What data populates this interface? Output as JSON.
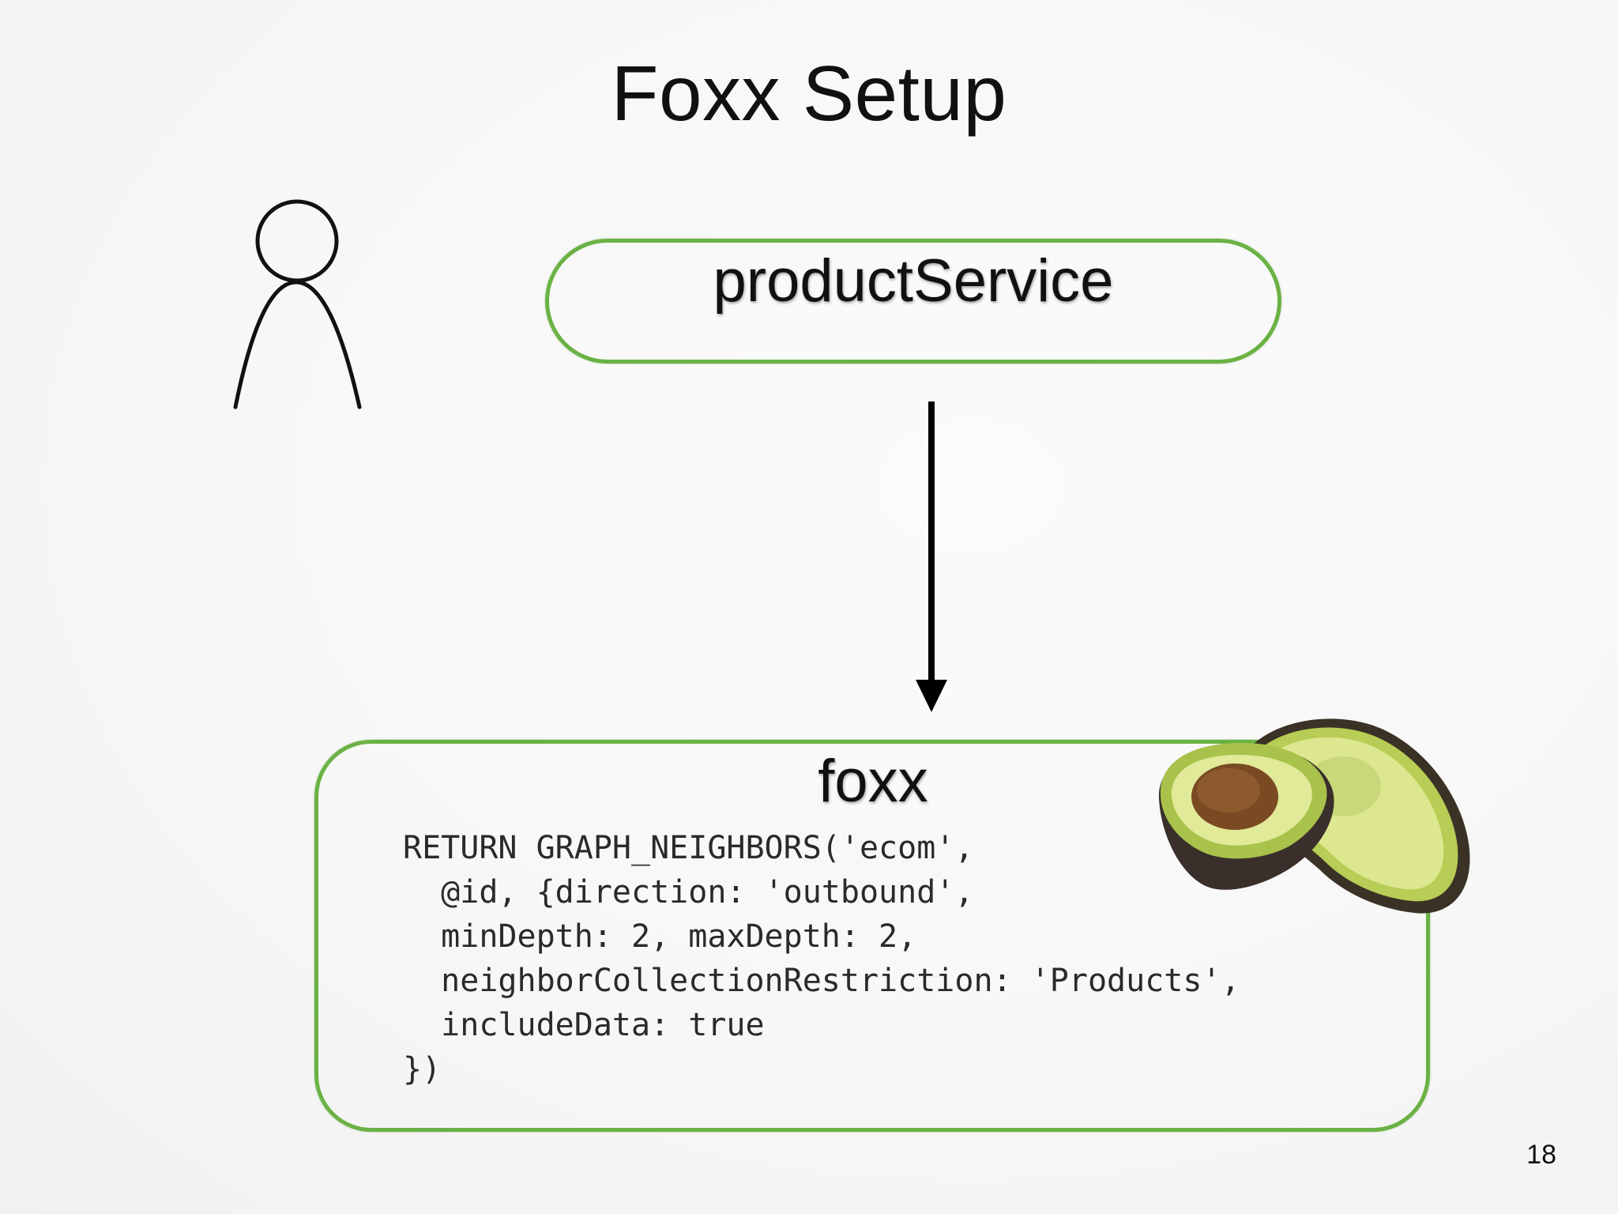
{
  "slide": {
    "title": "Foxx Setup",
    "page_number": "18"
  },
  "diagram": {
    "service_label": "productService",
    "foxx_label": "foxx",
    "accent_color": "#6ab244",
    "arrow_color": "#000000",
    "icons": {
      "user": "user-stick-figure-icon",
      "avocado": "avocado-icon"
    },
    "code_lines": [
      "RETURN GRAPH_NEIGHBORS('ecom',",
      "  @id, {direction: 'outbound',",
      "  minDepth: 2, maxDepth: 2,",
      "  neighborCollectionRestriction: 'Products',",
      "  includeData: true",
      "})"
    ]
  }
}
